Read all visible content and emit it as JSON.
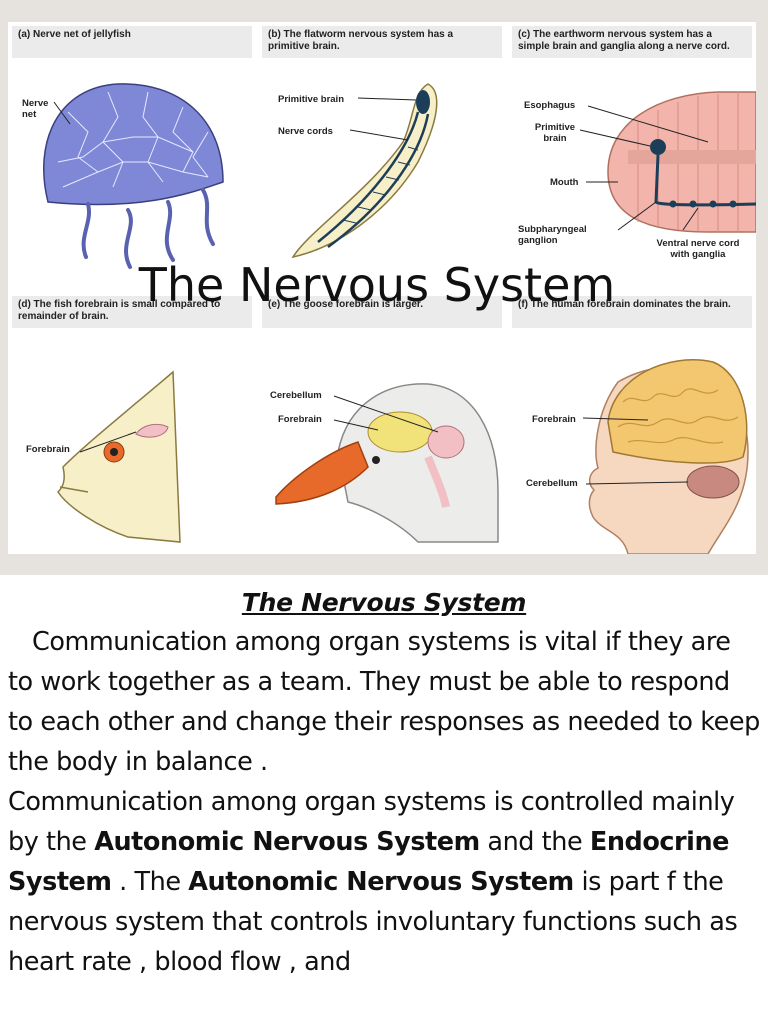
{
  "figure": {
    "title": "The Nervous System",
    "panels": [
      {
        "caption": "(a) Nerve net of jellyfish",
        "labels": [
          "Nerve net"
        ]
      },
      {
        "caption": "(b) The flatworm nervous system has a primitive brain.",
        "labels": [
          "Primitive brain",
          "Nerve cords"
        ]
      },
      {
        "caption": "(c) The earthworm nervous system has a simple brain and ganglia along a nerve cord.",
        "labels": [
          "Esophagus",
          "Primitive brain",
          "Mouth",
          "Subpharyngeal ganglion",
          "Ventral nerve cord with ganglia"
        ]
      },
      {
        "caption": "(d) The fish forebrain is small compared to remainder of brain.",
        "labels": [
          "Forebrain"
        ]
      },
      {
        "caption": "(e) The goose forebrain is larger.",
        "labels": [
          "Cerebellum",
          "Forebrain"
        ]
      },
      {
        "caption": "(f) The human forebrain dominates the brain.",
        "labels": [
          "Forebrain",
          "Cerebellum"
        ]
      }
    ]
  },
  "article": {
    "heading": "The Nervous System ",
    "p1": "Communication among organ systems is vital if they are to work together as a team. They must be able to respond to each other and change their responses as needed to keep the body in balance .",
    "p2_a": "Communication among organ systems is controlled mainly by the ",
    "p2_b1": "Autonomic Nervous System",
    "p2_c": " and the ",
    "p2_b2": "Endocrine System",
    "p2_d": " . The ",
    "p2_b3": "Autonomic Nervous System",
    "p2_e": " is part f the nervous system that controls involuntary functions such as heart rate , blood flow , and"
  },
  "colors": {
    "frame": "#e6e3df",
    "caption_bg": "#ebebeb",
    "jellyfish": "#7f88d6",
    "nerve": "#1d3e59",
    "earthworm": "#f3b5ab",
    "fish": "#f7efc8",
    "beak": "#e86a2a",
    "brain": "#f2c76f",
    "cerebellum": "#c88a80",
    "skin": "#f6d7c0"
  }
}
